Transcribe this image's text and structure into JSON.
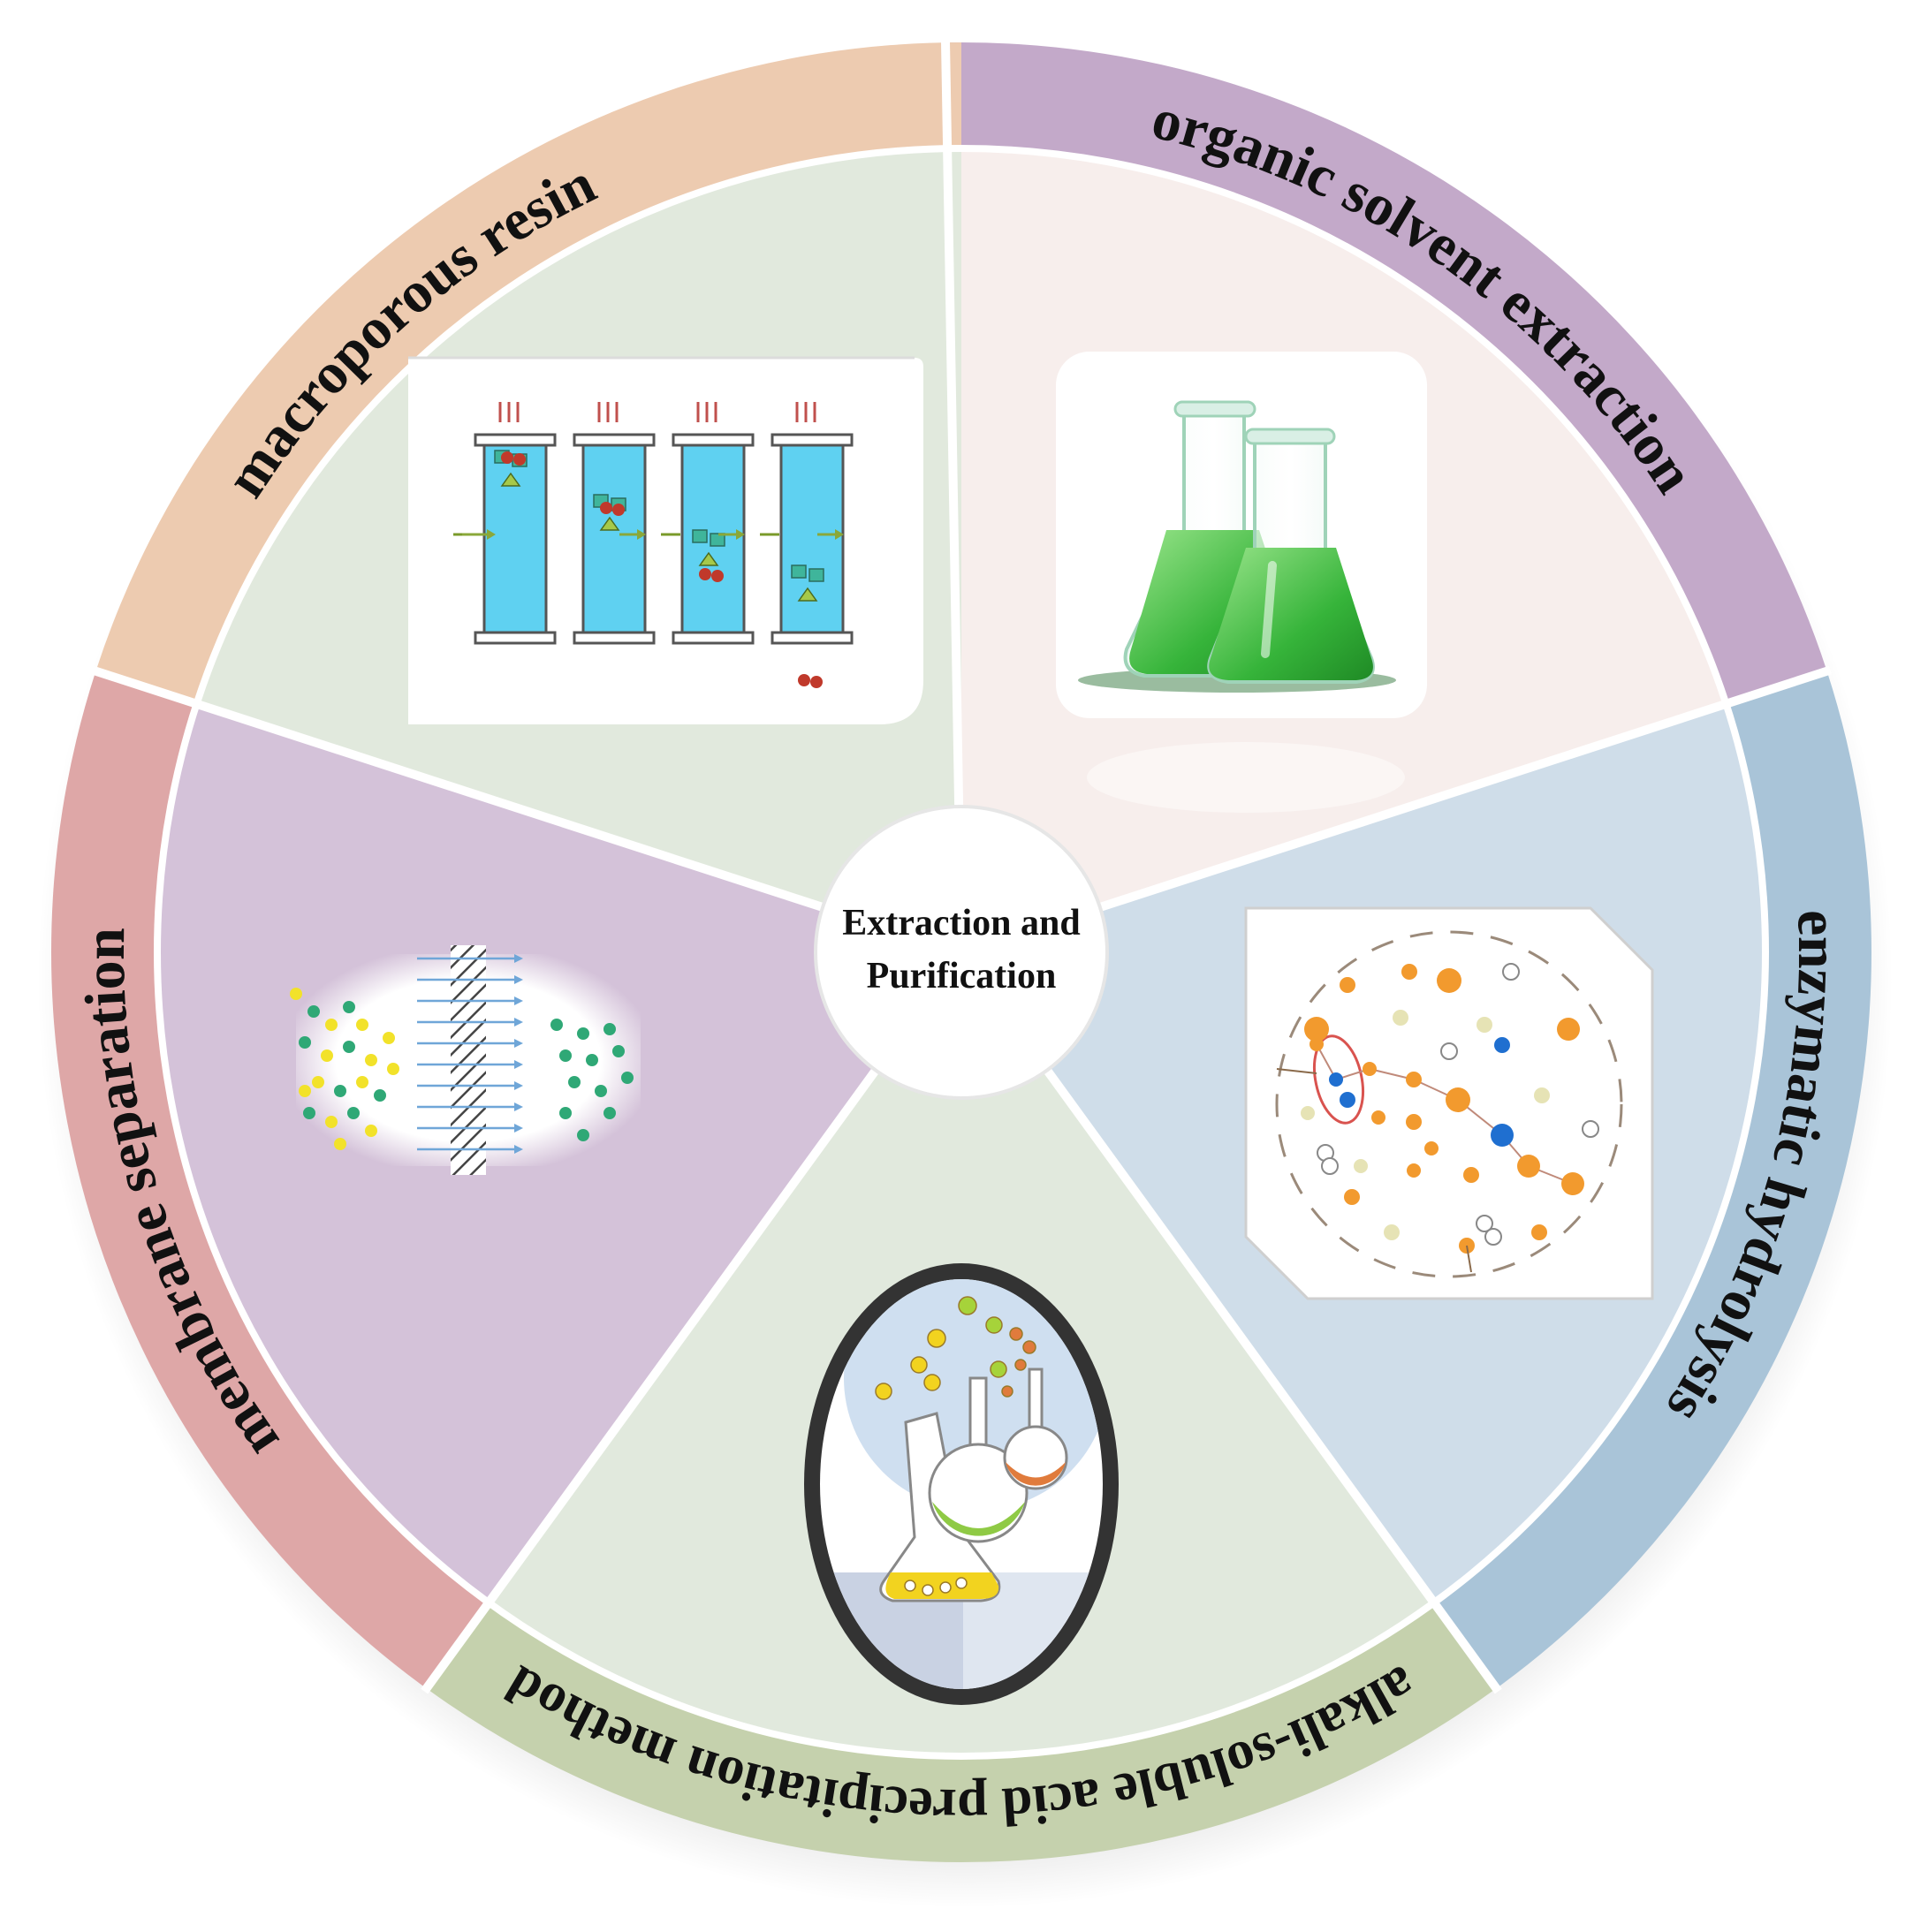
{
  "center": {
    "line1": "Extraction and",
    "line2": "Purification"
  },
  "segments": [
    {
      "id": "macroporous-resin",
      "label": "macroporous resin",
      "ring_color": "#c3a9c9",
      "inner_color": "#f7eeec"
    },
    {
      "id": "organic-solvent-extraction",
      "label": "organic solvent extraction",
      "ring_color": "#a9c4d8",
      "inner_color": "#cfdde9"
    },
    {
      "id": "enzymatic-hydrolysis",
      "label": "enzymatic hydrolysis",
      "ring_color": "#c5d1ad",
      "inner_color": "#e1e9dd"
    },
    {
      "id": "alkali-soluble-acid-precipitation-method",
      "label": "alkali-soluble acid precipitation method",
      "ring_color": "#dea7a7",
      "inner_color": "#d4c2d9"
    },
    {
      "id": "membrane-separation",
      "label": "membrane separation",
      "ring_color": "#edcbb0",
      "inner_color": "#e1e9dd"
    }
  ],
  "icons": {
    "resin": "chromatography-column-icon",
    "solvent": "erlenmeyer-flasks-icon",
    "enzyme": "molecule-network-icon",
    "alkali": "reaction-flasks-icon",
    "membrane": "membrane-filter-icon"
  }
}
